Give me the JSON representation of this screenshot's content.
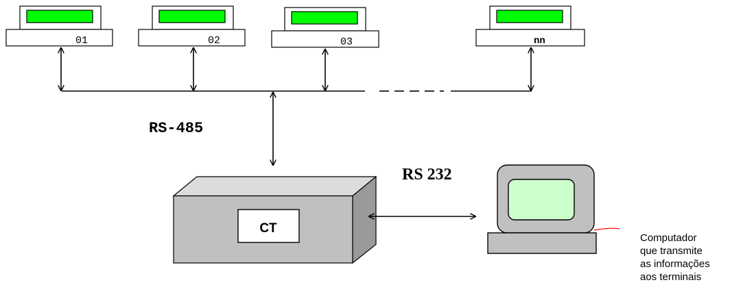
{
  "terminals": [
    {
      "id": "01",
      "bold": false
    },
    {
      "id": "02",
      "bold": false
    },
    {
      "id": "03",
      "bold": false
    },
    {
      "id": "nn",
      "bold": true
    }
  ],
  "bus": {
    "label": "RS-485"
  },
  "controller": {
    "label": "CT"
  },
  "serial_link": {
    "label": "RS 232"
  },
  "computer": {
    "caption_lines": [
      "Computador",
      "que transmite",
      "as informações",
      "aos terminais"
    ]
  },
  "colors": {
    "display": "#00ff00",
    "monitor_screen": "#ccffcc",
    "device_gray": "#c0c0c0",
    "box_front": "#c0c0c0",
    "box_top": "#dcdcdc",
    "box_side": "#9a9a9a",
    "annotation_line": "#ff0000"
  }
}
